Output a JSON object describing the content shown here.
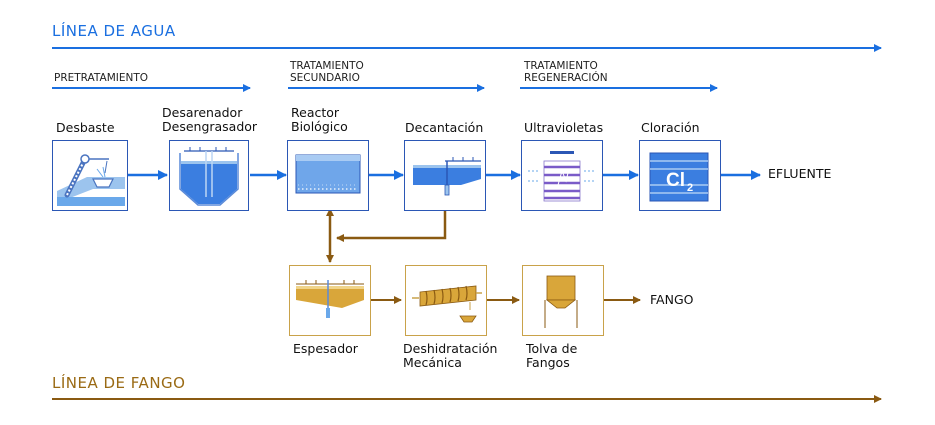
{
  "water_line": {
    "title": "LÍNEA DE AGUA"
  },
  "sludge_line": {
    "title": "LÍNEA DE FANGO"
  },
  "stages": {
    "pretreatment": "PRETRATAMIENTO",
    "secondary": [
      "TRATAMIENTO",
      "SECUNDARIO"
    ],
    "regeneration": [
      "TRATAMIENTO",
      "REGENERACIÓN"
    ]
  },
  "water_units": {
    "desbaste": [
      "Desbaste"
    ],
    "desarenador": [
      "Desarenador",
      "Desengrasador"
    ],
    "reactor": [
      "Reactor",
      "Biológico"
    ],
    "decantacion": [
      "Decantación"
    ],
    "ultravioletas": [
      "Ultravioletas"
    ],
    "cloracion": [
      "Cloración"
    ]
  },
  "chlorine_symbol": {
    "main": "Cl",
    "sub": "2"
  },
  "effluent_label": "EFLUENTE",
  "sludge_units": {
    "espesador": [
      "Espesador"
    ],
    "deshidratacion": [
      "Deshidratación",
      "Mecánica"
    ],
    "tolva": [
      "Tolva de",
      "Fangos"
    ]
  },
  "sludge_output_label": "FANGO",
  "colors": {
    "water_blue": "#1a6fe0",
    "box_border_blue": "#2b57b5",
    "sludge_brown": "#8a5a12",
    "box_border_gold": "#c9a24a",
    "tank_blue": "#3b7ee0",
    "sludge_gold": "#d9a63a"
  }
}
